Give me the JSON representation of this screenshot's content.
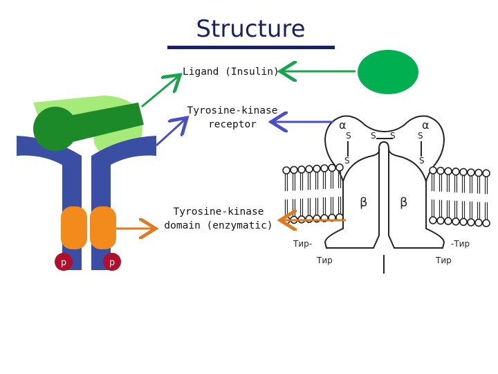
{
  "title": "Structure",
  "labels": {
    "ligand": "Ligand (Insulin)",
    "receptor_line1": "Tyrosine-kinase",
    "receptor_line2": "receptor",
    "domain_line1": "Tyrosine-kinase",
    "domain_line2": "domain (enzymatic)"
  },
  "schematic": {
    "phosphate_left": "p",
    "phosphate_right": "p"
  },
  "detail": {
    "alpha_left": "α",
    "alpha_right": "α",
    "beta_left": "β",
    "beta_right": "β",
    "s_bonds": [
      "S",
      "S",
      "S",
      "S",
      "S",
      "S"
    ],
    "tyr_left": "Тир-",
    "tyr_right": "-Тир",
    "tyr_left_lower": "Тир",
    "tyr_right_lower": "Тир"
  },
  "colors": {
    "title": "#1a1f66",
    "ligand_green": "#00b050",
    "dark_green": "#1d8a2a",
    "light_green": "#a6ea7a",
    "receptor_blue": "#3a4ea3",
    "domain_orange": "#f28a1c",
    "phosphate_red": "#b0102a",
    "arrow_green": "#19a34a",
    "arrow_blue": "#4a4ec8",
    "arrow_orange": "#e07a1c"
  }
}
